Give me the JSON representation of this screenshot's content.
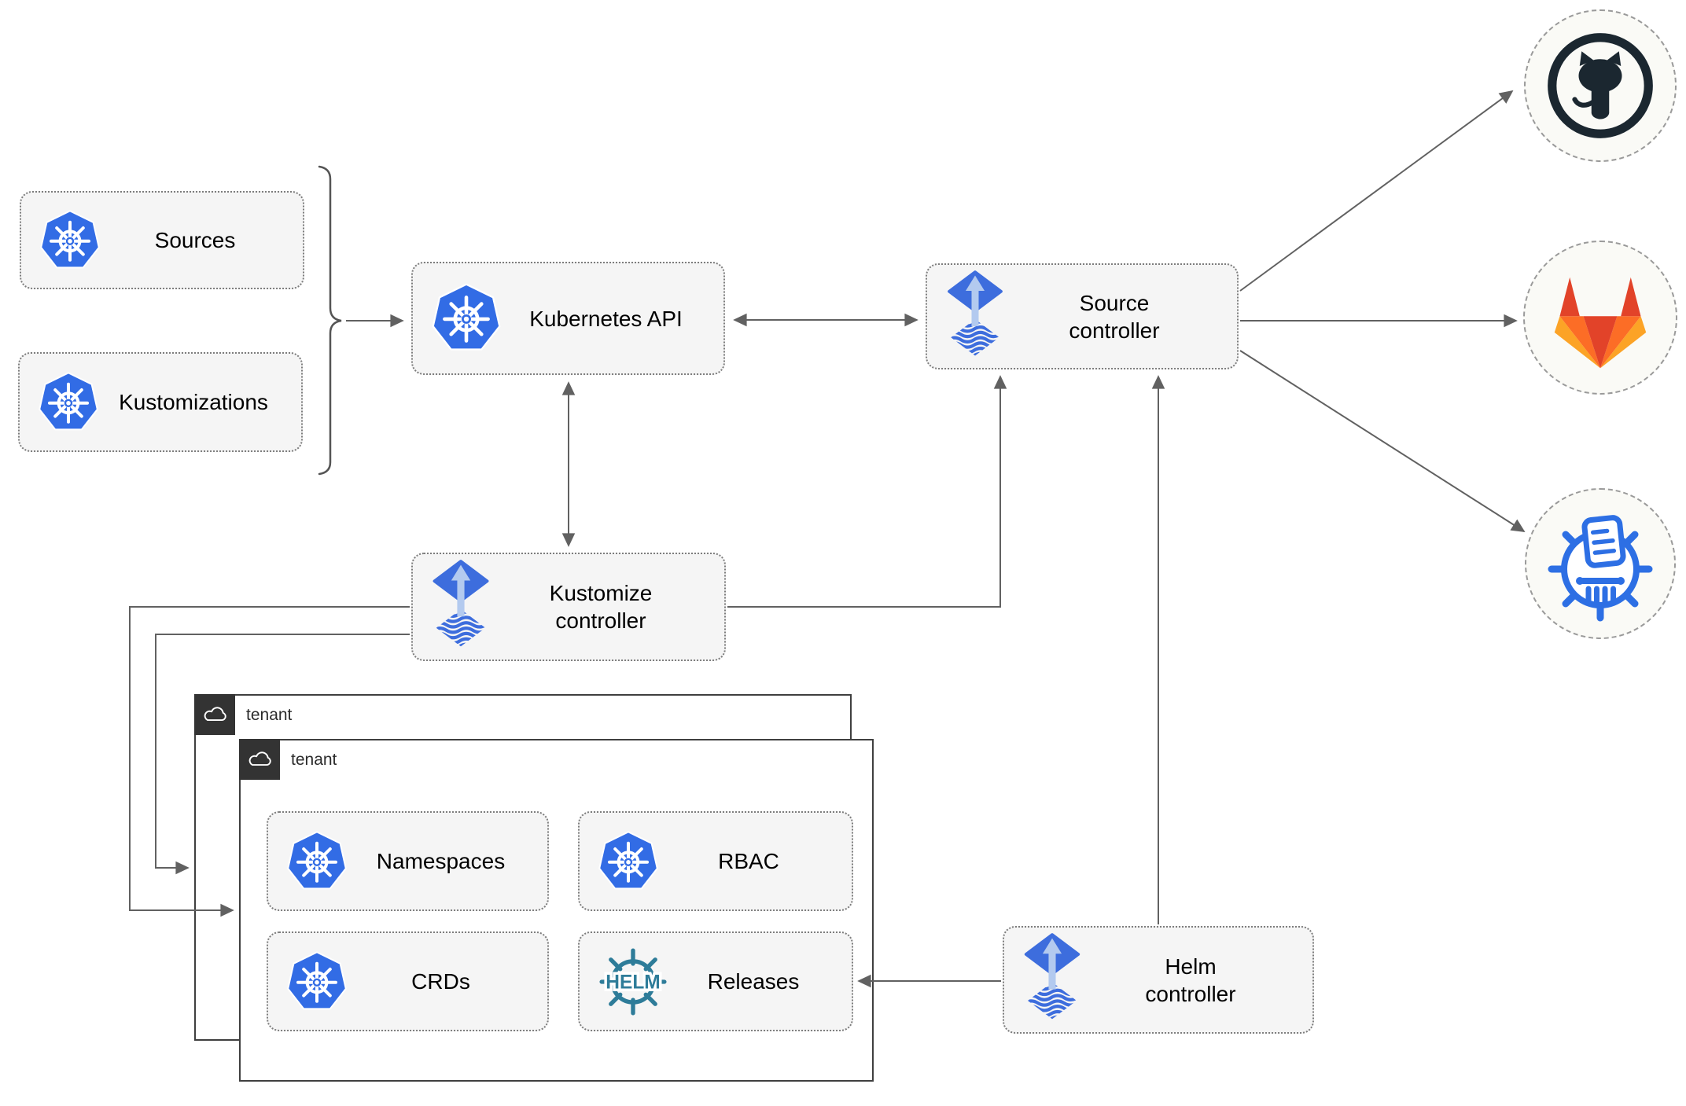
{
  "diagram_type": "flux-gitops-architecture",
  "nodes": {
    "sources": {
      "label": "Sources",
      "icon": "kubernetes-icon"
    },
    "kustomizations": {
      "label": "Kustomizations",
      "icon": "kubernetes-icon"
    },
    "kubernetes_api": {
      "label": "Kubernetes API",
      "icon": "kubernetes-icon"
    },
    "source_controller": {
      "line1": "Source",
      "line2": "controller",
      "icon": "flux-icon"
    },
    "kustomize_controller": {
      "line1": "Kustomize",
      "line2": "controller",
      "icon": "flux-icon"
    },
    "helm_controller": {
      "line1": "Helm",
      "line2": "controller",
      "icon": "flux-icon"
    },
    "namespaces": {
      "label": "Namespaces",
      "icon": "kubernetes-icon"
    },
    "rbac": {
      "label": "RBAC",
      "icon": "kubernetes-icon"
    },
    "crds": {
      "label": "CRDs",
      "icon": "kubernetes-icon"
    },
    "releases": {
      "label": "Releases",
      "icon": "helm-icon"
    }
  },
  "containers": {
    "tenant_outer": {
      "label": "tenant",
      "icon": "cloud-icon"
    },
    "tenant_inner": {
      "label": "tenant",
      "icon": "cloud-icon"
    }
  },
  "providers": {
    "github": {
      "icon": "github-icon"
    },
    "gitlab": {
      "icon": "gitlab-icon"
    },
    "registry": {
      "icon": "helm-repository-icon"
    }
  },
  "edges": [
    {
      "from": "sources+kustomizations",
      "to": "kubernetes-api",
      "bidirectional": false
    },
    {
      "from": "kubernetes-api",
      "to": "source-controller",
      "bidirectional": true
    },
    {
      "from": "kubernetes-api",
      "to": "kustomize-controller",
      "bidirectional": true
    },
    {
      "from": "kustomize-controller",
      "to": "source-controller",
      "bidirectional": false
    },
    {
      "from": "helm-controller",
      "to": "source-controller",
      "bidirectional": false
    },
    {
      "from": "kustomize-controller",
      "to": "tenant-inner",
      "bidirectional": false
    },
    {
      "from": "kustomize-controller",
      "to": "tenant-outer",
      "bidirectional": false
    },
    {
      "from": "helm-controller",
      "to": "releases",
      "bidirectional": false
    },
    {
      "from": "source-controller",
      "to": "github",
      "bidirectional": false
    },
    {
      "from": "source-controller",
      "to": "gitlab",
      "bidirectional": false
    },
    {
      "from": "source-controller",
      "to": "registry",
      "bidirectional": false
    }
  ],
  "colors": {
    "kubernetes_blue": "#326CE5",
    "flux_blue": "#3D6DDD",
    "flux_arrow_light": "#B3CAEF",
    "helm_teal": "#2E7C99",
    "github_dark": "#1B2730",
    "gitlab_red": "#E24329",
    "gitlab_orange": "#FC6D26",
    "gitlab_amber": "#FCA326",
    "registry_blue": "#2D6FE4",
    "node_fill": "#F5F5F5",
    "arrow_gray": "#616161",
    "tenant_badge_dark": "#333333",
    "provider_fill": "#FAFAF6"
  }
}
